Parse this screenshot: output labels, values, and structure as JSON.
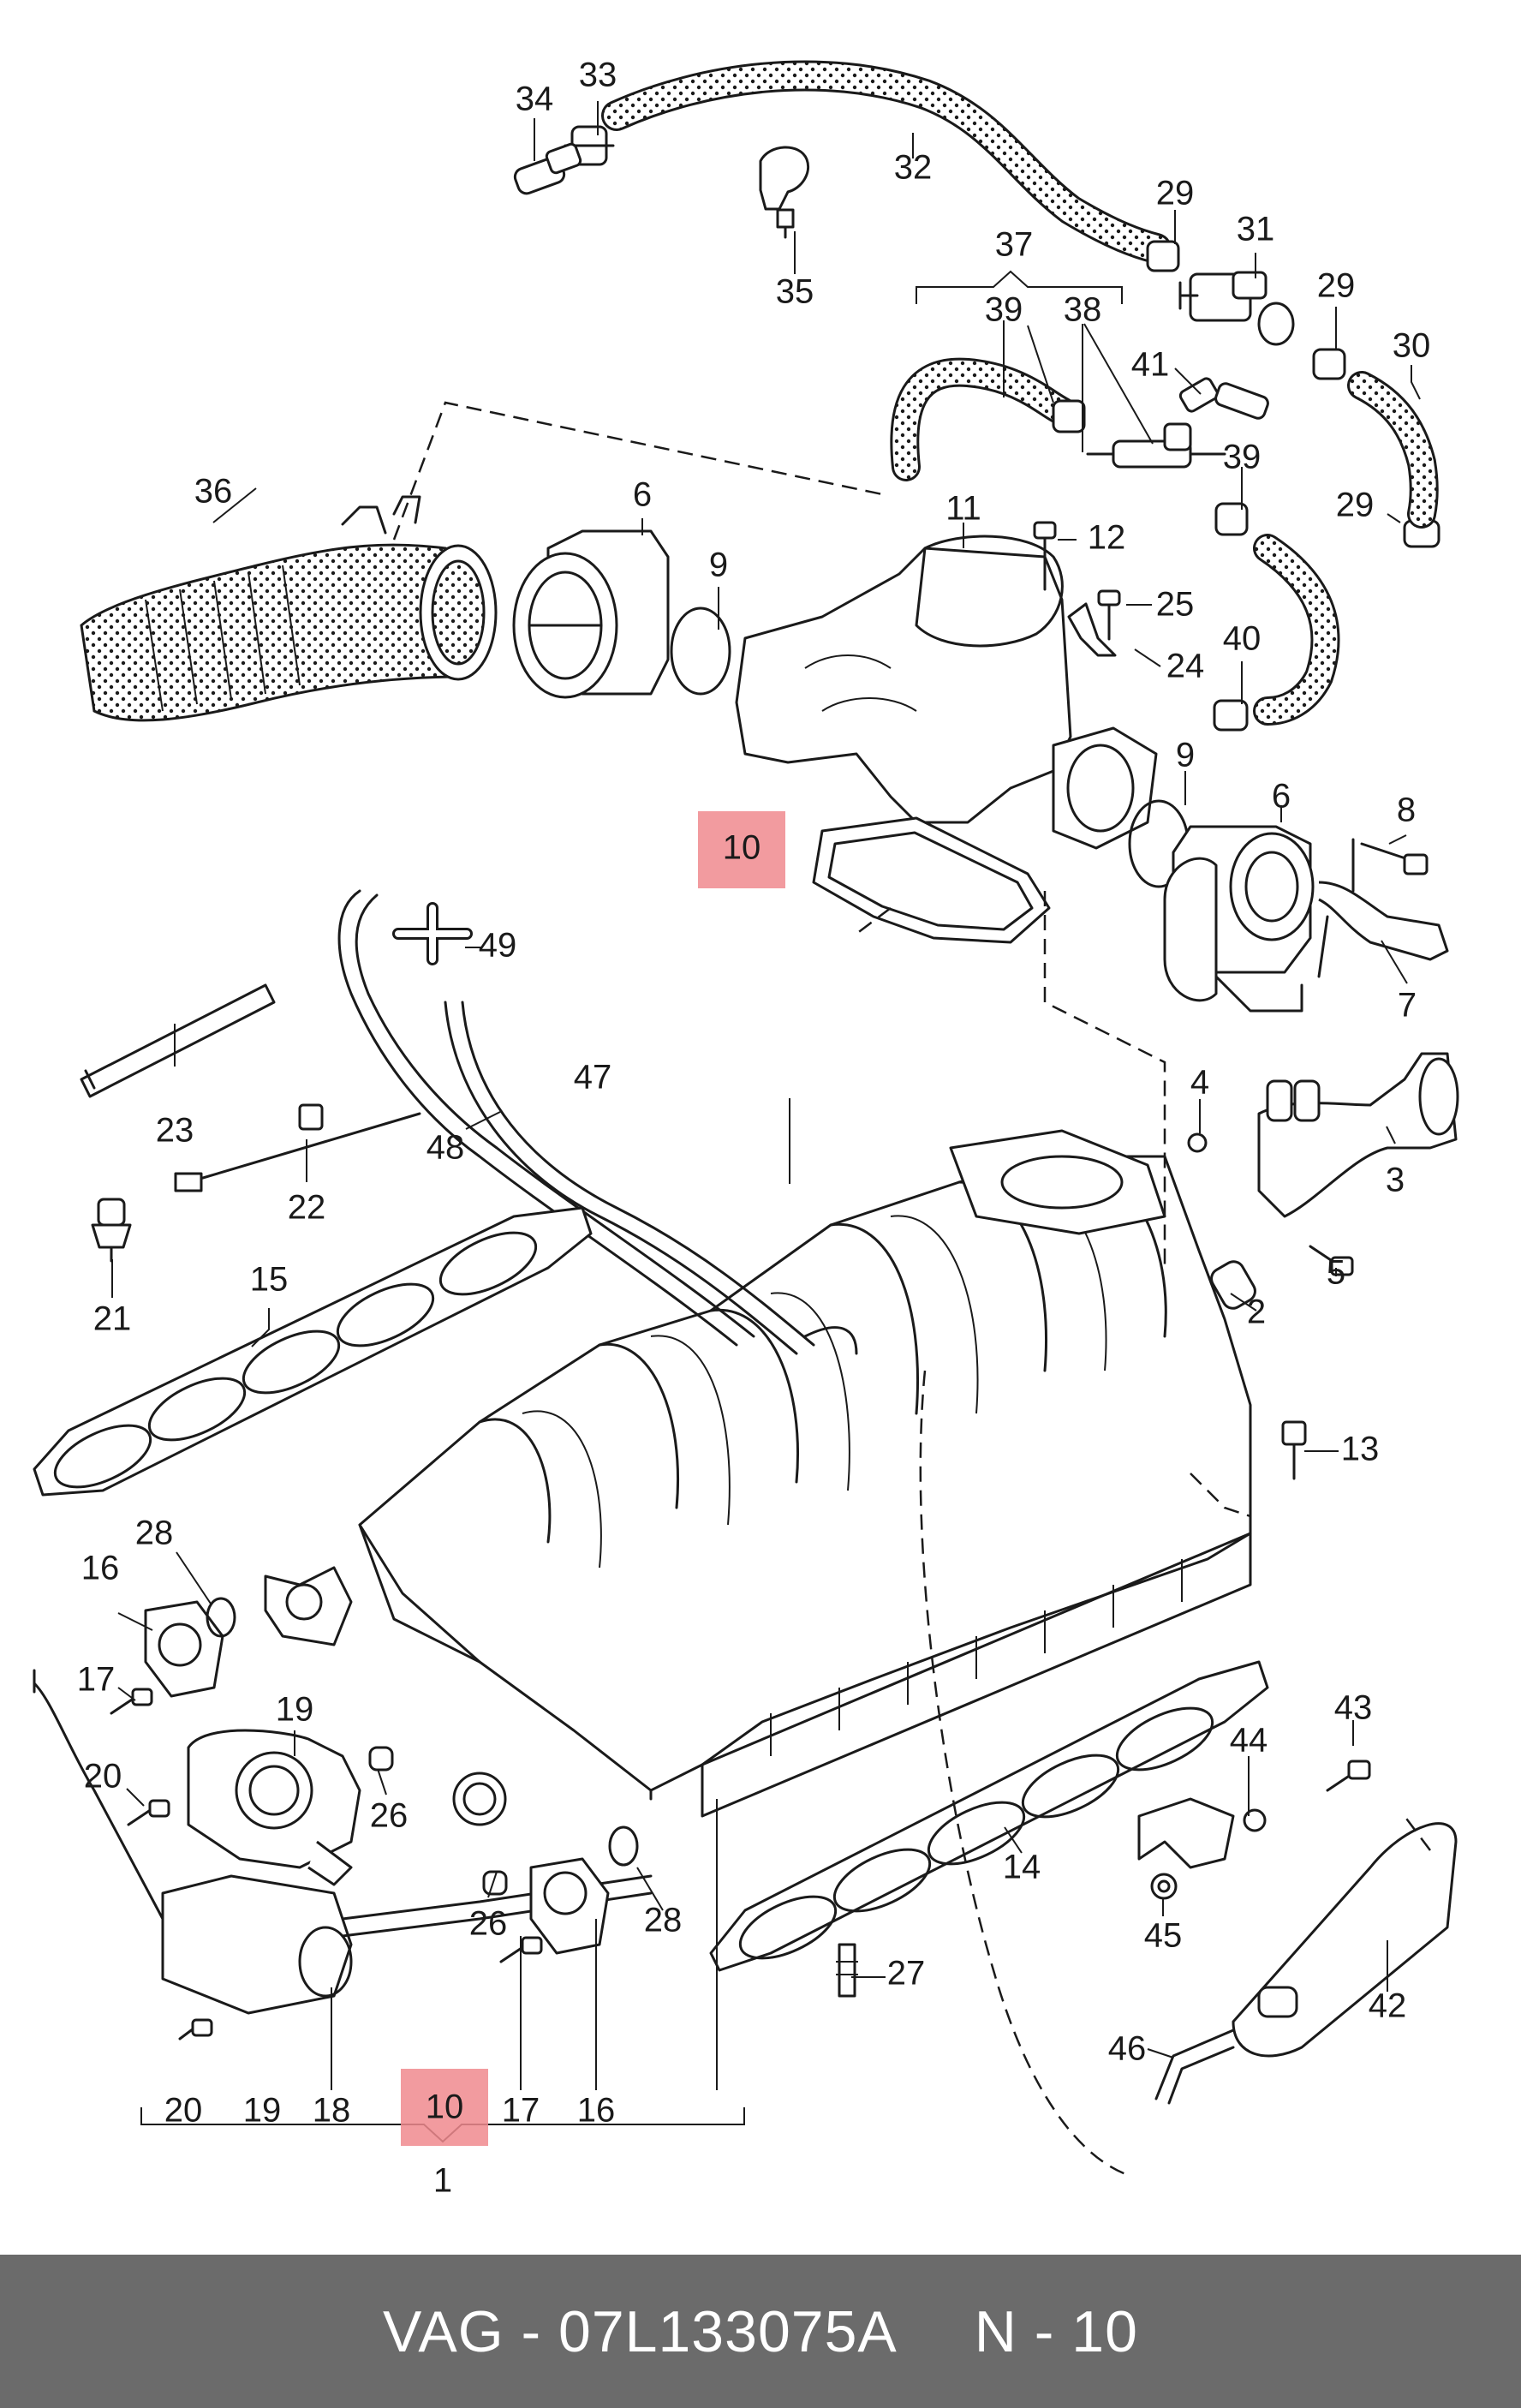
{
  "diagram": {
    "callouts": [
      "1",
      "2",
      "3",
      "4",
      "5",
      "6",
      "6",
      "7",
      "8",
      "9",
      "9",
      "10",
      "10",
      "11",
      "12",
      "13",
      "14",
      "15",
      "16",
      "16",
      "17",
      "17",
      "18",
      "19",
      "19",
      "20",
      "20",
      "21",
      "22",
      "23",
      "24",
      "25",
      "26",
      "26",
      "27",
      "28",
      "28",
      "29",
      "29",
      "29",
      "30",
      "31",
      "32",
      "33",
      "34",
      "35",
      "36",
      "37",
      "38",
      "39",
      "39",
      "40",
      "41",
      "42",
      "43",
      "44",
      "45",
      "46",
      "47",
      "48",
      "49"
    ],
    "highlighted_callout": "10",
    "highlight_color": "#f08a8e"
  },
  "footer": {
    "brand_part": "VAG - 07L133075A",
    "position": "N - 10",
    "background": "#6b6b6b"
  }
}
